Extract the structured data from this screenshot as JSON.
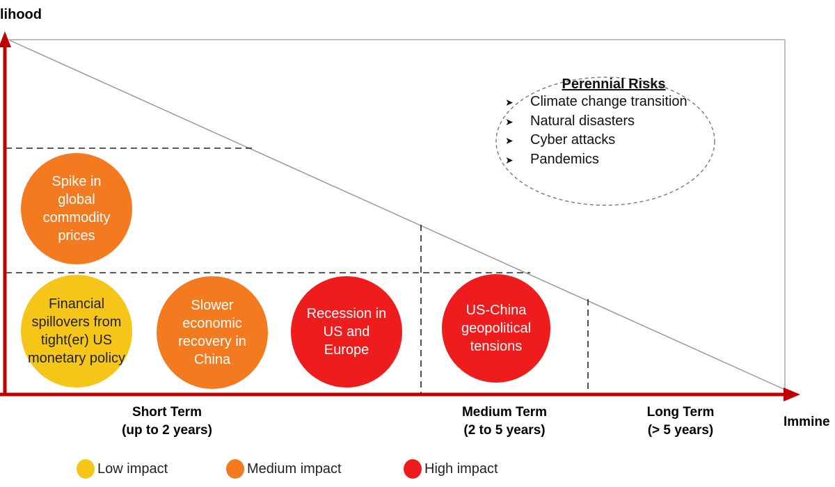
{
  "axes": {
    "y_label": "lihood",
    "x_label": "Immine"
  },
  "time_horizons": [
    {
      "title": "Short Term",
      "range": "(up to 2 years)"
    },
    {
      "title": "Medium Term",
      "range": "(2 to 5 years)"
    },
    {
      "title": "Long Term",
      "range": "(> 5 years)"
    }
  ],
  "risks": [
    {
      "label": "Spike in\nglobal\ncommodity\nprices",
      "impact": "medium"
    },
    {
      "label": "Financial\nspillovers from\ntight(er) US\nmonetary policy",
      "impact": "low"
    },
    {
      "label": "Slower\neconomic\nrecovery in\nChina",
      "impact": "medium"
    },
    {
      "label": "Recession in\nUS and\nEurope",
      "impact": "high"
    },
    {
      "label": "US-China\ngeopolitical\ntensions",
      "impact": "high"
    }
  ],
  "perennial": {
    "title": "Perennial Risks",
    "bullet_icon": "arrowhead-bullet-icon",
    "items": [
      "Climate change transition",
      "Natural disasters",
      "Cyber attacks",
      "Pandemics"
    ]
  },
  "legend": [
    {
      "label": "Low impact",
      "color": "#f5c518"
    },
    {
      "label": "Medium impact",
      "color": "#f47a1f"
    },
    {
      "label": "High impact",
      "color": "#ee1c1c"
    }
  ],
  "colors": {
    "axis": "#c00000",
    "low": "#f5c518",
    "medium": "#f47a1f",
    "high": "#ee1c1c"
  }
}
